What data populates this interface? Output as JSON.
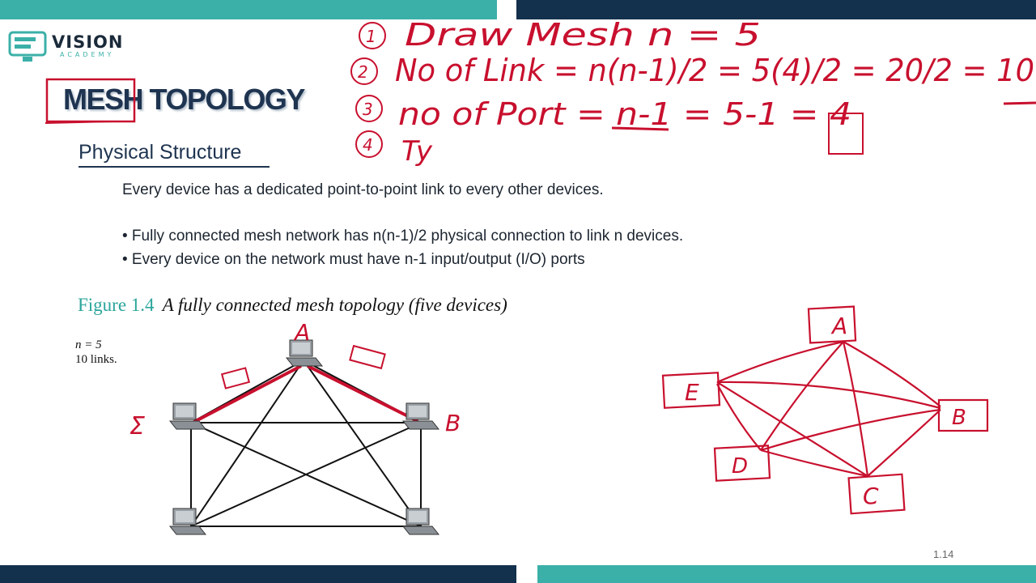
{
  "brand": {
    "name": "VISION",
    "sub": "ACADEMY",
    "teal": "#3bb0a8",
    "navy": "#1e3450"
  },
  "slide": {
    "title": "MESH TOPOLOGY",
    "subtitle": "Physical Structure",
    "intro": "Every device has a dedicated point-to-point link to every other devices.",
    "bullets": [
      "• Fully connected mesh network has n(n-1)/2 physical connection to link n devices.",
      "• Every device on the network must have n-1 input/output (I/O) ports"
    ],
    "figure": {
      "number": "Figure 1.4",
      "caption": "A fully connected mesh topology (five devices)",
      "n_label": "n = 5",
      "links_label": "10 links."
    },
    "page_number": "1.14"
  },
  "annotations": {
    "color": "#c8102e",
    "steps": [
      {
        "marker": "1",
        "text": "Draw Mesh  n = 5"
      },
      {
        "marker": "2",
        "text": "No of Link = n(n-1)/2 = 5(4)/2 = 20/2 = 10"
      },
      {
        "marker": "3",
        "text": "no of Port = n-1 = 5-1 = 4"
      },
      {
        "marker": "4",
        "text": "Ty"
      }
    ],
    "node_labels": [
      "A",
      "B",
      "C",
      "D",
      "E"
    ]
  }
}
